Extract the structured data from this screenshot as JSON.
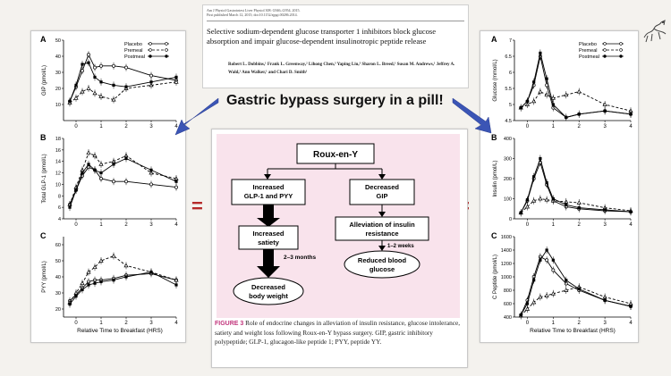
{
  "paper": {
    "journal_line": "Am J Physiol Gastrointest Liver Physiol 308: G946–G954, 2015.",
    "published_line": "First published March 12, 2015; doi:10.1152/ajpgi.00286.2014.",
    "title": "Selective sodium-dependent glucose transporter 1 inhibitors block glucose absorption and impair glucose-dependent insulinotropic peptide release",
    "authors": "Robert L. Dobbins,¹ Frank L. Greenway,² Lihong Chen,³ Yaping Liu,³ Sharon L. Breed,¹ Susan M. Andrews,¹ Jeffrey A. Wald,¹ Ann Walker,¹ and Chari D. Smith¹"
  },
  "headline": "Gastric bypass surgery in a pill!",
  "equals_left": "=",
  "equals_right": "=",
  "flowchart": {
    "title": "Roux-en-Y",
    "box_glp1_pyy": "Increased GLP-1 and PYY",
    "box_gip": "Decreased GIP",
    "box_satiety": "Increased satiety",
    "box_alleviation": "Alleviation of insulin resistance",
    "months_label": "2–3 months",
    "weeks_label": "1–2 weeks",
    "ellipse_weight": "Decreased body weight",
    "ellipse_glucose": "Reduced blood glucose"
  },
  "caption": {
    "figure_label": "FIGURE 3",
    "text": " Role of endocrine changes in alleviation of insulin resistance, glucose intolerance, satiety and weight loss following Roux-en-Y bypass surgery. GIP, gastric inhibitory polypeptide; GLP-1, glucagon-like peptide 1; PYY, peptide YY."
  },
  "legend": [
    "Placebo",
    "Premeal",
    "Postmeal"
  ],
  "colors": {
    "accent_red": "#b52a2a",
    "flow_bg": "#f9e3ec",
    "arrow_blue": "#3b55b5",
    "caption_label": "#c2367d"
  },
  "chart_data": [
    {
      "type": "line",
      "panel": "A",
      "ylabel": "GIP (pmol/L)",
      "xlabel": "",
      "ylim": [
        0,
        50
      ],
      "yticks": [
        10,
        20,
        30,
        40,
        50
      ],
      "xlim": [
        -0.5,
        4
      ],
      "xticks": [
        0,
        1,
        2,
        3,
        4
      ],
      "legend": "top-right",
      "series": [
        {
          "name": "Placebo",
          "x": [
            -0.25,
            0,
            0.25,
            0.5,
            0.75,
            1,
            1.5,
            2,
            3,
            4
          ],
          "y": [
            12,
            21,
            31,
            41,
            33,
            34,
            34,
            33,
            28,
            25
          ]
        },
        {
          "name": "Premeal",
          "x": [
            -0.25,
            0,
            0.25,
            0.5,
            0.75,
            1,
            1.5,
            2,
            3,
            4
          ],
          "y": [
            11,
            14,
            18,
            20,
            17,
            15,
            13,
            20,
            22,
            24
          ]
        },
        {
          "name": "Postmeal",
          "x": [
            -0.25,
            0,
            0.25,
            0.5,
            0.75,
            1,
            1.5,
            2,
            3,
            4
          ],
          "y": [
            12,
            22,
            35,
            36,
            27,
            24,
            22,
            21,
            24,
            27
          ]
        }
      ]
    },
    {
      "type": "line",
      "panel": "B",
      "ylabel": "Total GLP-1 (pmol/L)",
      "xlabel": "",
      "ylim": [
        4,
        18
      ],
      "yticks": [
        4,
        6,
        8,
        10,
        12,
        14,
        16,
        18
      ],
      "xlim": [
        -0.5,
        4
      ],
      "xticks": [
        0,
        1,
        2,
        3,
        4
      ],
      "series": [
        {
          "name": "Placebo",
          "x": [
            -0.25,
            0,
            0.25,
            0.5,
            0.75,
            1,
            1.5,
            2,
            3,
            4
          ],
          "y": [
            6.5,
            9,
            11.5,
            13,
            12.5,
            11,
            10.5,
            10.5,
            10,
            9.5
          ]
        },
        {
          "name": "Premeal",
          "x": [
            -0.25,
            0,
            0.25,
            0.5,
            0.75,
            1,
            1.5,
            2,
            3,
            4
          ],
          "y": [
            6.5,
            9.5,
            12.5,
            15.5,
            15,
            13.5,
            14,
            15,
            12,
            11
          ]
        },
        {
          "name": "Postmeal",
          "x": [
            -0.25,
            0,
            0.25,
            0.5,
            0.75,
            1,
            1.5,
            2,
            3,
            4
          ],
          "y": [
            6,
            9,
            12,
            13.5,
            12.5,
            12,
            13.5,
            14.5,
            12.5,
            10.5
          ]
        }
      ]
    },
    {
      "type": "line",
      "panel": "C",
      "ylabel": "PYY (pmol/L)",
      "xlabel": "Relative Time to Breakfast (HRS)",
      "ylim": [
        15,
        65
      ],
      "yticks": [
        20,
        30,
        40,
        50,
        60
      ],
      "xlim": [
        -0.5,
        4
      ],
      "xticks": [
        0,
        1,
        2,
        3,
        4
      ],
      "series": [
        {
          "name": "Placebo",
          "x": [
            -0.25,
            0,
            0.25,
            0.5,
            0.75,
            1,
            1.5,
            2,
            3,
            4
          ],
          "y": [
            25,
            29,
            33,
            37,
            38,
            38,
            39,
            41,
            42,
            38
          ]
        },
        {
          "name": "Premeal",
          "x": [
            -0.25,
            0,
            0.25,
            0.5,
            0.75,
            1,
            1.5,
            2,
            3,
            4
          ],
          "y": [
            24,
            30,
            36,
            43,
            46,
            50,
            53,
            47,
            43,
            38
          ]
        },
        {
          "name": "Postmeal",
          "x": [
            -0.25,
            0,
            0.25,
            0.5,
            0.75,
            1,
            1.5,
            2,
            3,
            4
          ],
          "y": [
            23,
            28,
            32,
            35,
            36,
            37,
            38,
            40,
            43,
            35
          ]
        }
      ]
    },
    {
      "type": "line",
      "panel": "A",
      "ylabel": "Glucose (mmol/L)",
      "xlabel": "",
      "ylim": [
        4.5,
        7.0
      ],
      "yticks": [
        4.5,
        5.0,
        5.5,
        6.0,
        6.5,
        7.0
      ],
      "xlim": [
        -0.5,
        4
      ],
      "xticks": [
        0,
        1,
        2,
        3,
        4
      ],
      "legend": "top-right",
      "series": [
        {
          "name": "Placebo",
          "x": [
            -0.25,
            0,
            0.25,
            0.5,
            0.75,
            1,
            1.5,
            2,
            3,
            4
          ],
          "y": [
            4.9,
            5.1,
            5.6,
            6.5,
            5.6,
            4.9,
            4.6,
            4.7,
            4.8,
            4.7
          ]
        },
        {
          "name": "Premeal",
          "x": [
            -0.25,
            0,
            0.25,
            0.5,
            0.75,
            1,
            1.5,
            2,
            3,
            4
          ],
          "y": [
            4.9,
            5.0,
            5.1,
            5.4,
            5.3,
            5.2,
            5.3,
            5.4,
            5.0,
            4.8
          ]
        },
        {
          "name": "Postmeal",
          "x": [
            -0.25,
            0,
            0.25,
            0.5,
            0.75,
            1,
            1.5,
            2,
            3,
            4
          ],
          "y": [
            4.9,
            5.1,
            5.7,
            6.6,
            5.8,
            5.0,
            4.6,
            4.7,
            4.8,
            4.7
          ]
        }
      ]
    },
    {
      "type": "line",
      "panel": "B",
      "ylabel": "Insulin (pmol/L)",
      "xlabel": "",
      "ylim": [
        0,
        400
      ],
      "yticks": [
        0,
        100,
        200,
        300,
        400
      ],
      "xlim": [
        -0.5,
        4
      ],
      "xticks": [
        0,
        1,
        2,
        3,
        4
      ],
      "series": [
        {
          "name": "Placebo",
          "x": [
            -0.25,
            0,
            0.25,
            0.5,
            0.75,
            1,
            1.5,
            2,
            3,
            4
          ],
          "y": [
            30,
            90,
            200,
            280,
            170,
            90,
            60,
            50,
            40,
            35
          ]
        },
        {
          "name": "Premeal",
          "x": [
            -0.25,
            0,
            0.25,
            0.5,
            0.75,
            1,
            1.5,
            2,
            3,
            4
          ],
          "y": [
            30,
            60,
            90,
            100,
            95,
            90,
            85,
            80,
            55,
            40
          ]
        },
        {
          "name": "Postmeal",
          "x": [
            -0.25,
            0,
            0.25,
            0.5,
            0.75,
            1,
            1.5,
            2,
            3,
            4
          ],
          "y": [
            30,
            95,
            210,
            300,
            180,
            100,
            70,
            55,
            45,
            35
          ]
        }
      ]
    },
    {
      "type": "line",
      "panel": "C",
      "ylabel": "C Peptide (pmol/L)",
      "xlabel": "Relative Time to Breakfast (HRS)",
      "ylim": [
        400,
        1600
      ],
      "yticks": [
        400,
        600,
        800,
        1000,
        1200,
        1400,
        1600
      ],
      "xlim": [
        -0.5,
        4
      ],
      "xticks": [
        0,
        1,
        2,
        3,
        4
      ],
      "series": [
        {
          "name": "Placebo",
          "x": [
            -0.25,
            0,
            0.25,
            0.5,
            0.75,
            1,
            1.5,
            2,
            3,
            4
          ],
          "y": [
            430,
            650,
            1000,
            1300,
            1250,
            1100,
            900,
            800,
            650,
            560
          ]
        },
        {
          "name": "Premeal",
          "x": [
            -0.25,
            0,
            0.25,
            0.5,
            0.75,
            1,
            1.5,
            2,
            3,
            4
          ],
          "y": [
            420,
            520,
            620,
            700,
            720,
            750,
            800,
            850,
            700,
            600
          ]
        },
        {
          "name": "Postmeal",
          "x": [
            -0.25,
            0,
            0.25,
            0.5,
            0.75,
            1,
            1.5,
            2,
            3,
            4
          ],
          "y": [
            430,
            600,
            950,
            1250,
            1400,
            1250,
            950,
            820,
            650,
            560
          ]
        }
      ]
    }
  ]
}
